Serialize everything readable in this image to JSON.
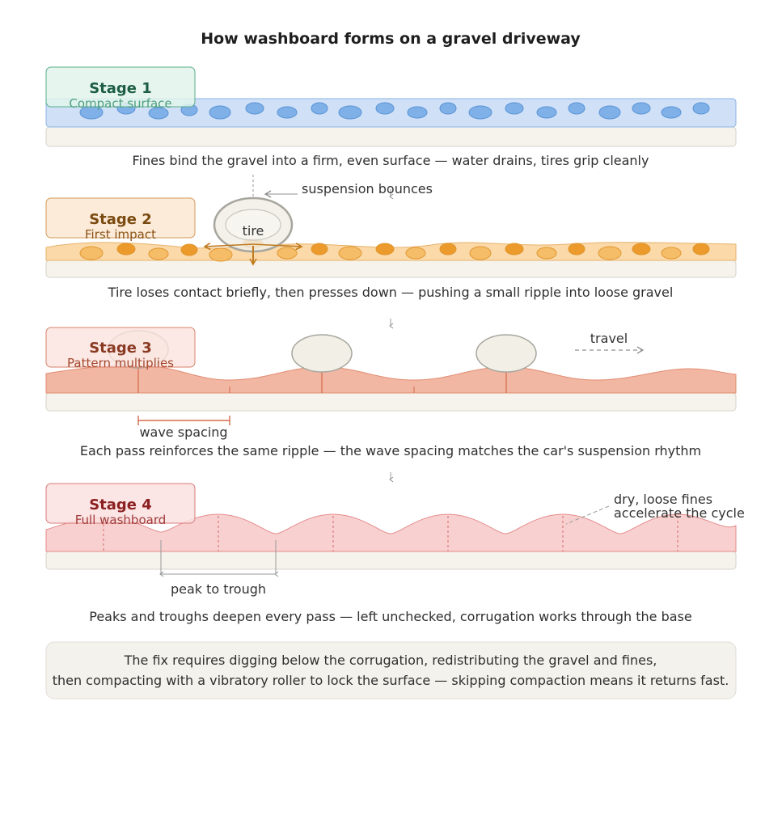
{
  "title": "How washboard forms on a gravel driveway",
  "stages": [
    {
      "label": "Stage 1",
      "subtitle": "Compact surface",
      "caption": "Fines bind the gravel into a firm, even surface — water drains, tires grip cleanly",
      "colors": {
        "box_fill": "#e2f5ec",
        "box_stroke": "#5aae8a",
        "title": "#1d5e43",
        "sub": "#4f9f7f",
        "layer_fill": "#cfe0f7",
        "layer_stroke": "#8fb3e3",
        "stone_fill": "#7fb1e8",
        "stone_stroke": "#5b93d4"
      }
    },
    {
      "label": "Stage 2",
      "subtitle": "First impact",
      "caption": "Tire loses contact briefly, then presses down — pushing a small ripple into loose gravel",
      "annotations": {
        "tire": "tire",
        "suspension": "suspension bounces"
      },
      "colors": {
        "box_fill": "#fbe8d2",
        "box_stroke": "#d39a5a",
        "title": "#7a4a10",
        "sub": "#8a5417",
        "layer_fill": "#fbd9a8",
        "layer_stroke": "#e7b26b",
        "stone_fill": "#f6bd69",
        "stone_stroke": "#e0962f",
        "stone_dark": "#eb9a2b",
        "arrow": "#c07a1e"
      }
    },
    {
      "label": "Stage 3",
      "subtitle": "Pattern multiplies",
      "caption": "Each pass reinforces the same ripple — the wave spacing matches the car's suspension rhythm",
      "annotations": {
        "travel": "travel",
        "spacing": "wave spacing"
      },
      "colors": {
        "box_fill": "#fbe4de",
        "box_stroke": "#d9826a",
        "title": "#8a3a22",
        "sub": "#a4472d",
        "layer_fill": "#f2b7a3",
        "layer_stroke": "#e08d72",
        "mark": "#d56a4c"
      }
    },
    {
      "label": "Stage 4",
      "subtitle": "Full washboard",
      "caption": "Peaks and troughs deepen every pass — left unchecked, corrugation works through the base",
      "annotations": {
        "dry_1": "dry, loose fines",
        "dry_2": "accelerate the cycle",
        "peak": "peak to trough"
      },
      "colors": {
        "box_fill": "#fbe0e0",
        "box_stroke": "#d97a7a",
        "title": "#8c1f1f",
        "sub": "#a03a3a",
        "layer_fill": "#f8d0d0",
        "layer_stroke": "#e48c8c",
        "mark": "#d66a6a"
      }
    }
  ],
  "fix": {
    "line1": "The fix requires digging below the corrugation, redistributing the gravel and fines,",
    "line2": "then compacting with a vibratory roller to lock the surface — skipping compaction means it returns fast."
  },
  "colors": {
    "base_fill": "#f5f3ec",
    "base_stroke": "#d6d3c8",
    "fix_fill": "#f3f2ec",
    "fix_stroke": "#e0ded5",
    "tire_fill": "#f1efe6",
    "tire_stroke": "#a7a69e",
    "gray": "#9a9a9a"
  }
}
